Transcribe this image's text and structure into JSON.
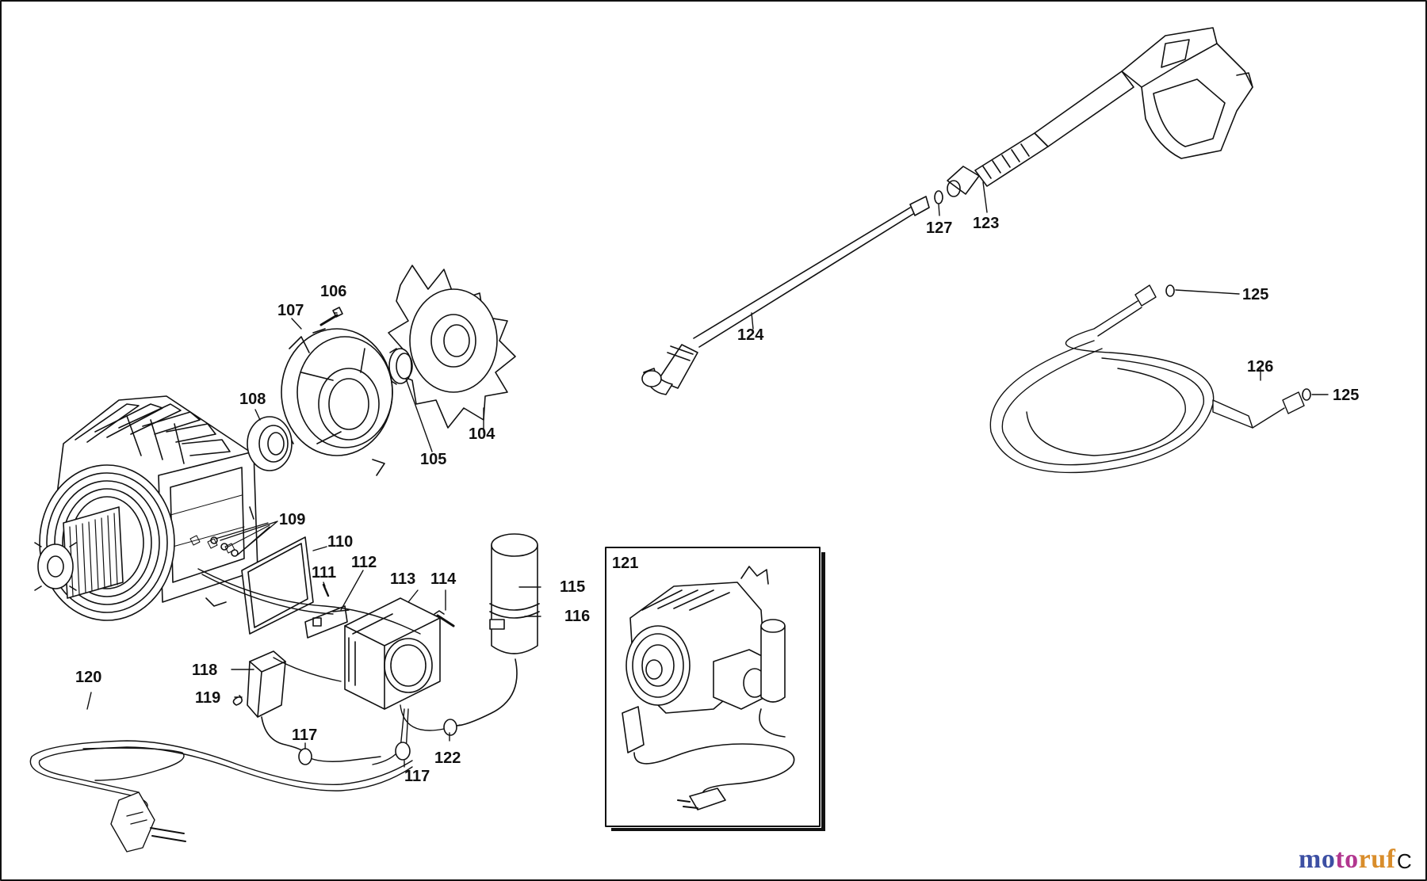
{
  "callouts": {
    "p104": "104",
    "p105": "105",
    "p106": "106",
    "p107": "107",
    "p108": "108",
    "p109": "109",
    "p110": "110",
    "p111": "111",
    "p112": "112",
    "p113": "113",
    "p114": "114",
    "p115": "115",
    "p116": "116",
    "p117a": "117",
    "p117b": "117",
    "p118": "118",
    "p119": "119",
    "p120": "120",
    "p121": "121",
    "p122": "122",
    "p123": "123",
    "p124": "124",
    "p125a": "125",
    "p125b": "125",
    "p126": "126",
    "p127": "127"
  },
  "watermark": {
    "part1": "mo",
    "part2": "to",
    "part3": "ruf"
  },
  "corner_mark": "C",
  "colors": {
    "line": "#111111",
    "background": "#ffffff"
  }
}
